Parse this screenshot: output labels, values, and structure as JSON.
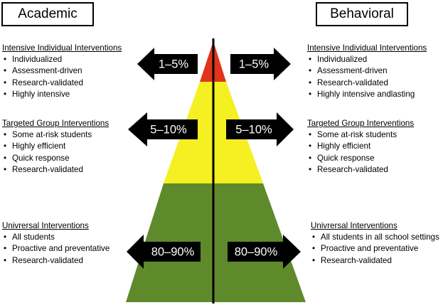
{
  "headers": {
    "academic": "Academic",
    "behavioral": "Behavioral"
  },
  "tiers": [
    {
      "range": "1–5%",
      "color": "#e0341c",
      "academic": {
        "title": "Intensive Individual Interventions",
        "items": [
          "Individualized",
          "Assessment-driven",
          "Research-validated",
          "Highly intensive"
        ]
      },
      "behavioral": {
        "title": "Intensive Individual Interventions",
        "items": [
          "Individualized",
          "Assessment-driven",
          "Research-validated",
          "Highly intensive andlasting"
        ]
      }
    },
    {
      "range": "5–10%",
      "color": "#f4f021",
      "academic": {
        "title": "Targeted Group Interventions",
        "items": [
          "Some at-risk students",
          "Highly efficient",
          "Quick response",
          "Research-validated"
        ]
      },
      "behavioral": {
        "title": "Targeted Group Interventions",
        "items": [
          "Some at-risk students",
          "Highly efficient",
          "Quick response",
          "Research-validated"
        ]
      }
    },
    {
      "range": "80–90%",
      "color": "#5f8a2c",
      "academic": {
        "title": "Univrersal Interventions",
        "items": [
          "All students",
          "Proactive and preventative",
          "Research-validated"
        ]
      },
      "behavioral": {
        "title": "Univrersal Interventions",
        "items": [
          "All students in all school settings",
          "Proactive and preventative",
          "Research-validated"
        ]
      }
    }
  ]
}
